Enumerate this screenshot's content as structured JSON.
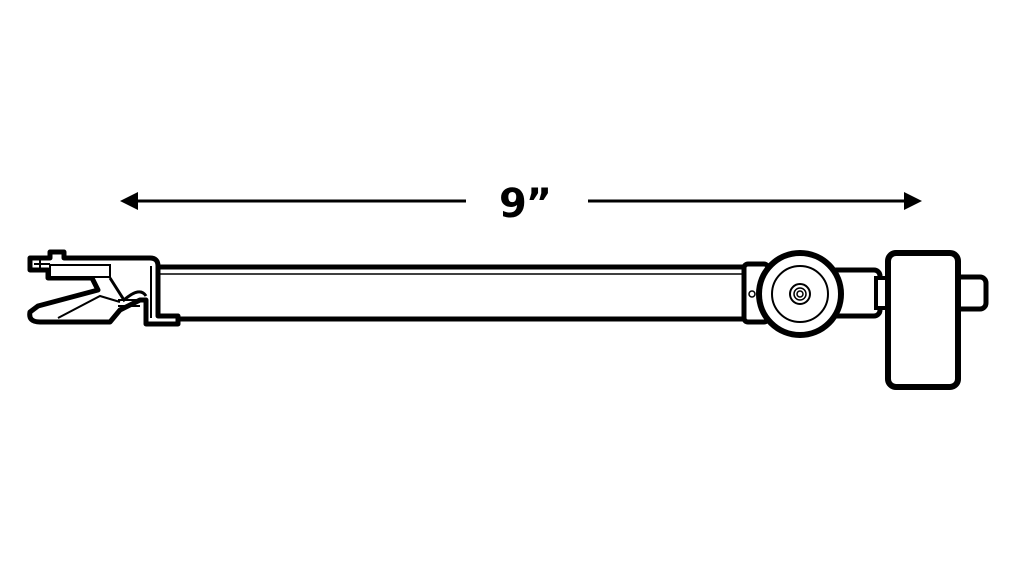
{
  "diagram": {
    "subject": "extension arm with clamp jaw and swivel ball mount",
    "dimension": {
      "label": "9”",
      "arrow_left": "left-arrow",
      "arrow_right": "right-arrow"
    },
    "parts": [
      "clamp-jaw",
      "arm-tube",
      "locking-collar",
      "swivel-ball-joint",
      "mount-block",
      "mount-stud"
    ],
    "colors": {
      "stroke": "#000000",
      "fill": "#ffffff"
    }
  }
}
